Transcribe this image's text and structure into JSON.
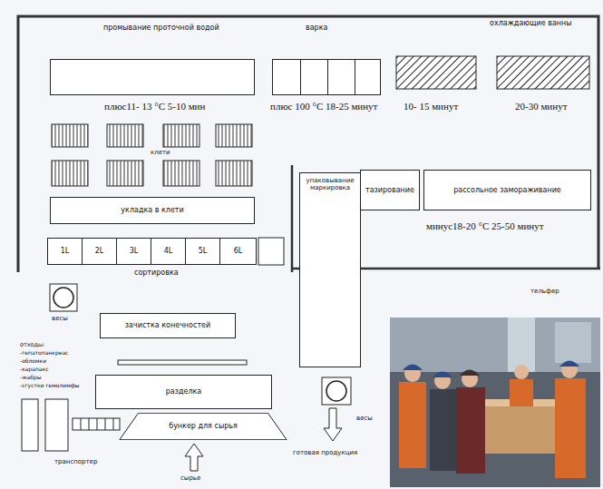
{
  "diagram": {
    "nodes": [
      {
        "text": [
          "промывание проточной водой"
        ]
      },
      {
        "text": [
          "варка"
        ]
      },
      {
        "text": [
          "укладка в клети"
        ]
      },
      {
        "text": [
          "1L"
        ]
      },
      {
        "text": [
          "2L"
        ]
      },
      {
        "text": [
          "3L"
        ]
      },
      {
        "text": [
          "4L"
        ]
      },
      {
        "text": [
          "5L"
        ]
      },
      {
        "text": [
          "6L"
        ]
      },
      {
        "text": [
          "упаковывание маркировка"
        ]
      },
      {
        "text": [
          "тазирование"
        ]
      },
      {
        "text": [
          "рассольное замораживание"
        ]
      },
      {
        "text": [
          "зачистка конечностей"
        ]
      },
      {
        "text": [
          "разделка"
        ]
      },
      {
        "text": [
          "бункер для сырья"
        ]
      }
    ],
    "labels": [
      "плюс11- 13 °C 5-10 мин",
      "плюс 100 °C 18-25 минут",
      "охлаждающие ванны",
      "10- 15 минут",
      "20-30 минут",
      "клети",
      "минус18-20 °C 25-50 минут",
      "сортировка",
      "весы",
      "тельфер",
      "отходы:",
      "-гепатопанкреас",
      "-обломки",
      "-карапакс",
      "-жабры",
      "-сгустки гемолимфы",
      "транспортер",
      "сырье",
      "весы",
      "готовая продукция"
    ]
  }
}
